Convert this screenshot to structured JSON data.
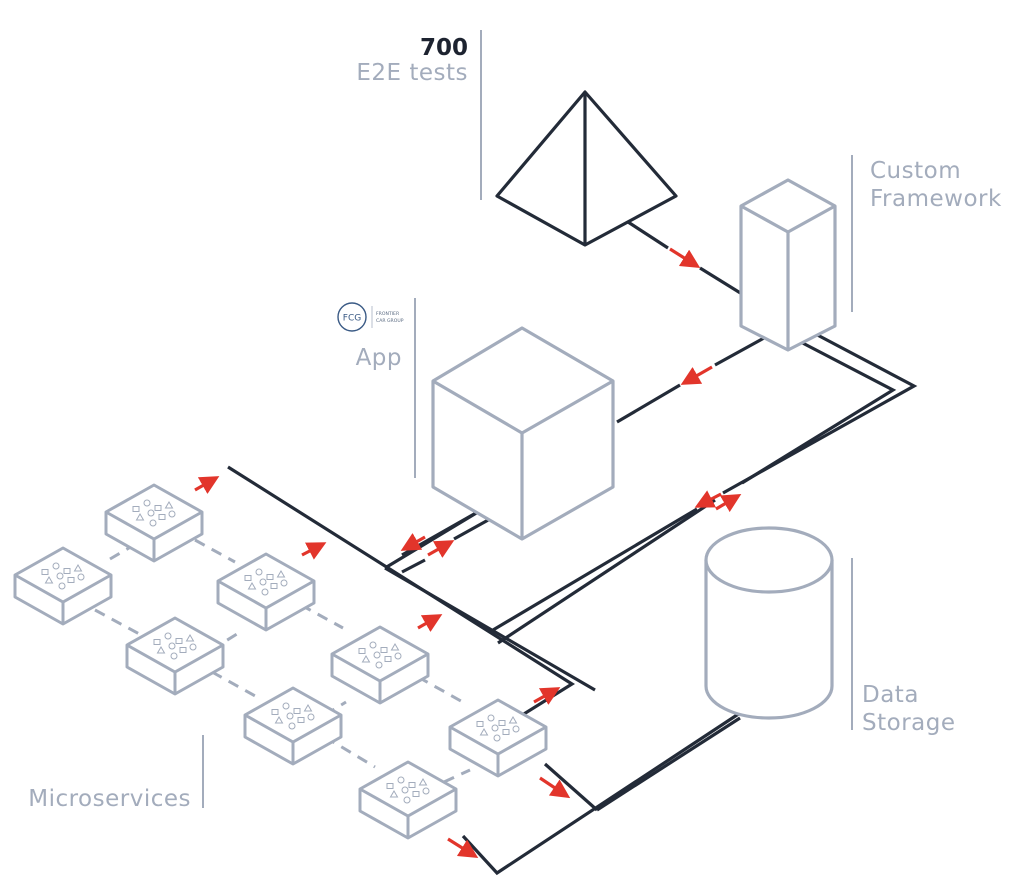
{
  "labels": {
    "e2e_count": "700",
    "e2e_label": "E2E tests",
    "framework_line1": "Custom",
    "framework_line2": "Framework",
    "app_label": "App",
    "data_line1": "Data",
    "data_line2": "Storage",
    "microservices_label": "Microservices"
  },
  "logo": {
    "monogram": "FCG",
    "line1": "FRONTIER",
    "line2": "CAR GROUP"
  },
  "colors": {
    "dark_line": "#232b38",
    "gray_line": "#a3acbc",
    "arrow": "#e2352b",
    "label": "#a3acbc"
  }
}
